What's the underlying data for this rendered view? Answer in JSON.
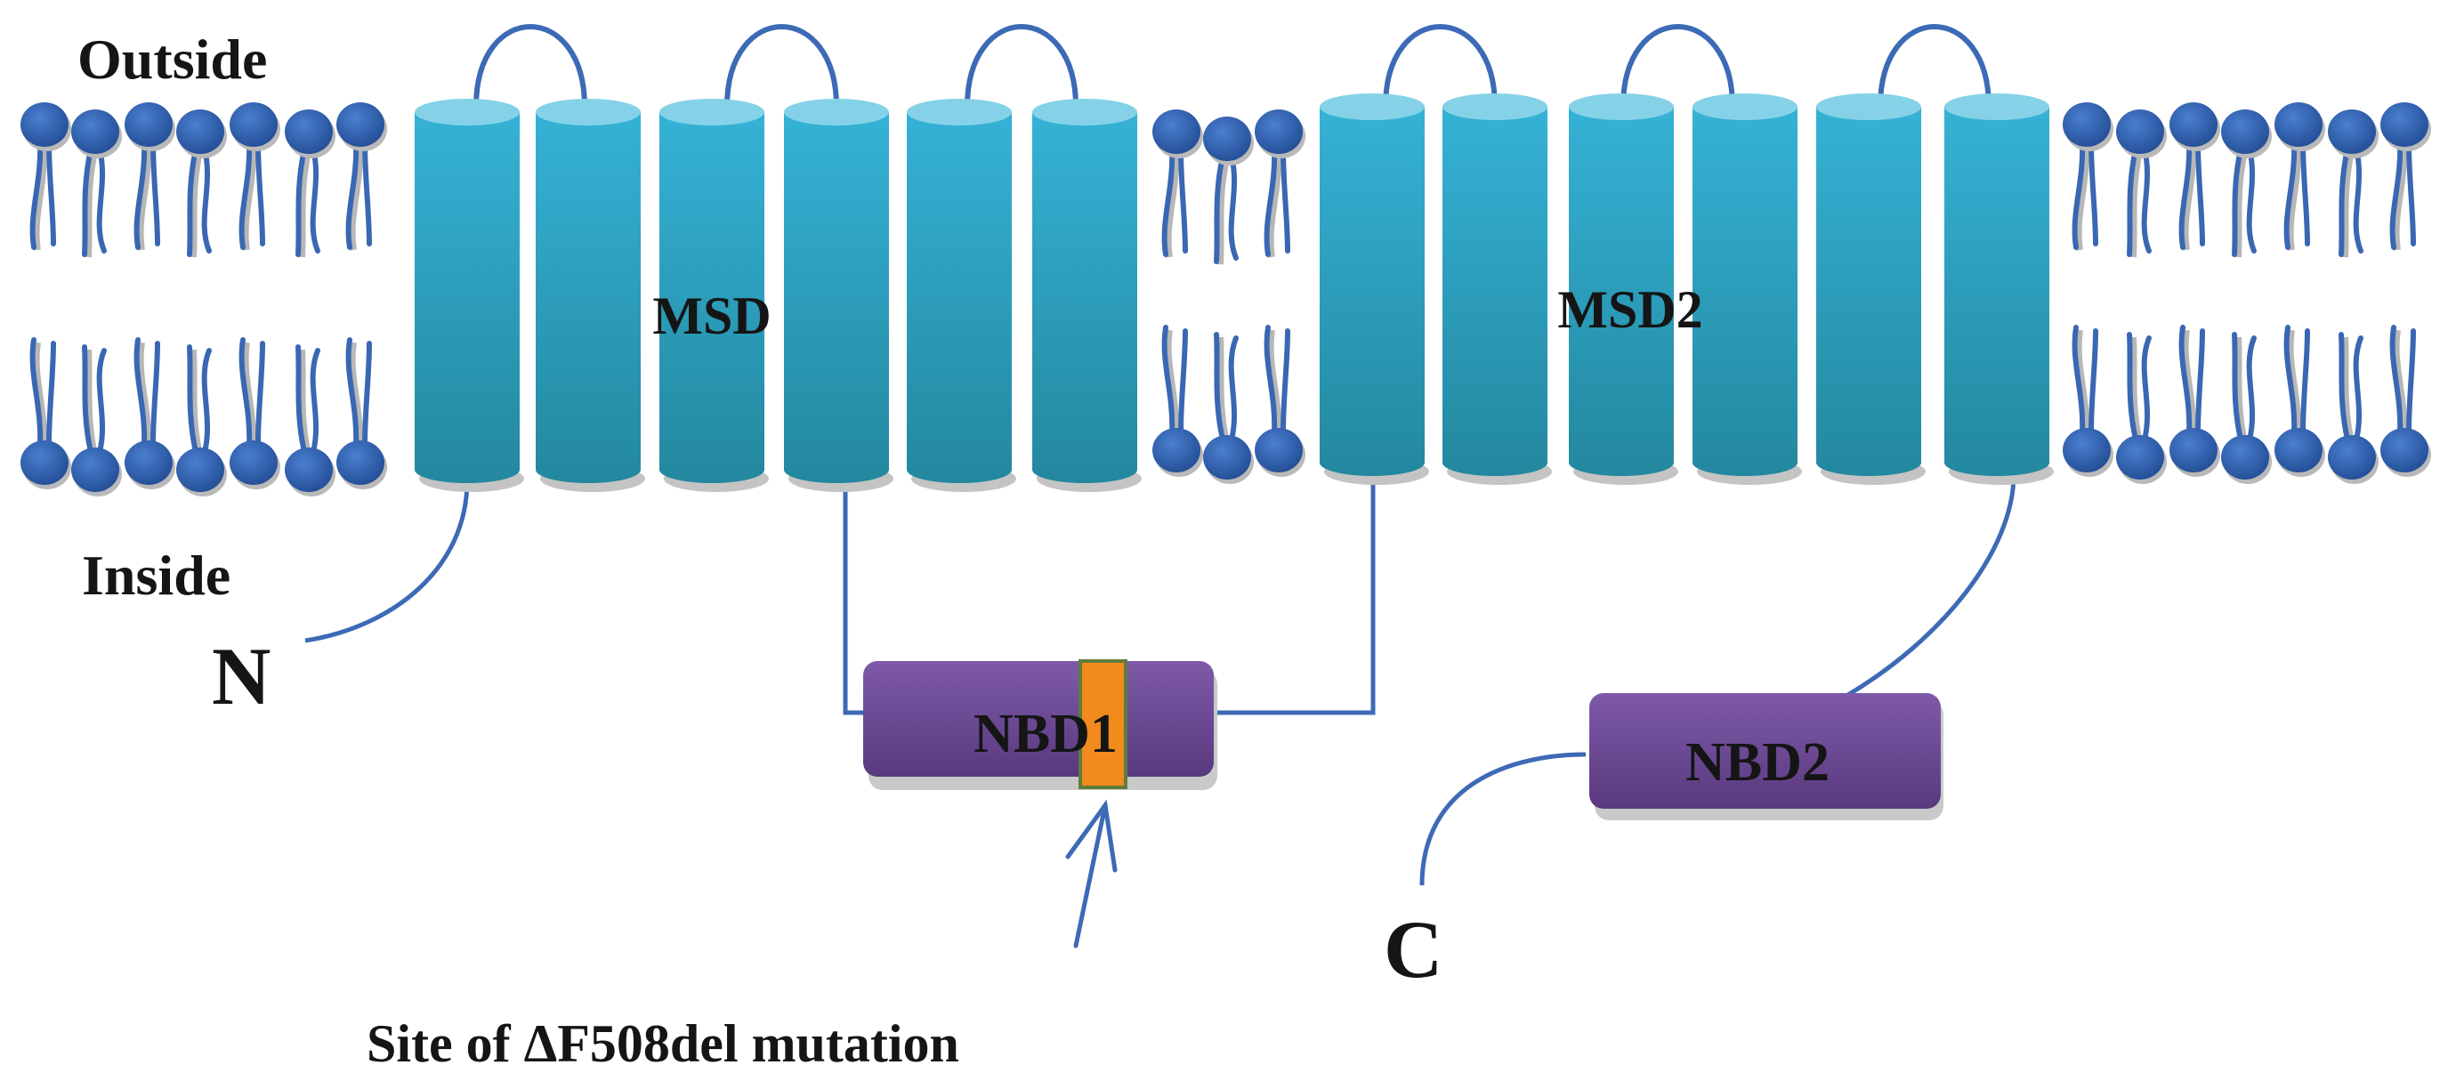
{
  "labels": {
    "outside": "Outside",
    "inside": "Inside",
    "n_terminus": "N",
    "c_terminus": "C",
    "msd1": "MSD",
    "msd2": "MSD2",
    "nbd1": "NBD1",
    "nbd2": "NBD2",
    "mutation_site": "Site of ΔF508del mutation"
  },
  "colors": {
    "helix_top": "#35b2d6",
    "helix_bottom": "#23889f",
    "helix_cap": "#85d2e8",
    "nbd_top": "#7e5aa8",
    "nbd_bottom": "#59397f",
    "mutation": "#f28a1e",
    "mutation_border": "#5f7d3a",
    "line": "#3d6ab6",
    "lipid_head": "#2f5fae",
    "lipid_tail": "#3a67b3"
  },
  "structure": {
    "msd1_helices": 6,
    "msd2_helices": 6
  }
}
